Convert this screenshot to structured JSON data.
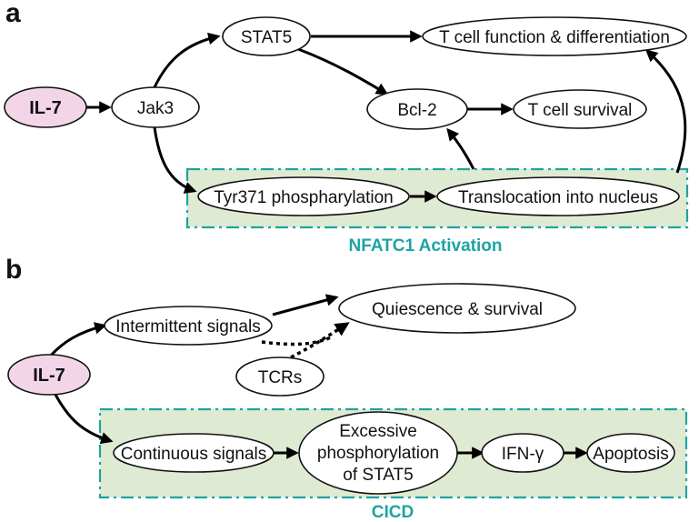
{
  "colors": {
    "il7_fill": "#f2d6e8",
    "box_fill": "#dfead3",
    "box_border": "#1ea3a3",
    "box_title": "#1ea3a3"
  },
  "panel_a": {
    "letter": "a",
    "nodes": {
      "il7": "IL-7",
      "jak3": "Jak3",
      "stat5": "STAT5",
      "tcell_function": "T cell function & differentiation",
      "bcl2": "Bcl-2",
      "tcell_survival": "T cell survival",
      "tyr371": "Tyr371 phospharylation",
      "translocation": "Translocation into nucleus"
    },
    "box_title": "NFATC1 Activation"
  },
  "panel_b": {
    "letter": "b",
    "nodes": {
      "il7": "IL-7",
      "intermittent": "Intermittent signals",
      "quiescence": "Quiescence & survival",
      "tcrs": "TCRs",
      "continuous": "Continuous signals",
      "excessive_line1": "Excessive",
      "excessive_line2": "phosphorylation",
      "excessive_line3": "of STAT5",
      "ifn": "IFN-γ",
      "apoptosis": "Apoptosis"
    },
    "box_title": "CICD"
  }
}
